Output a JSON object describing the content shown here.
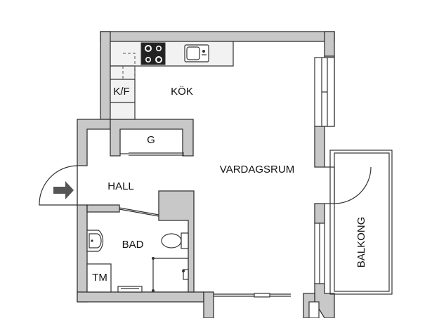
{
  "rooms": {
    "kok": "KÖK",
    "kf": "K/F",
    "g": "G",
    "vardagsrum": "VARDAGSRUM",
    "hall": "HALL",
    "bad": "BAD",
    "tm": "TM",
    "balkong": "BALKONG"
  },
  "icons": [
    "stove-icon",
    "sink-icon",
    "entry-arrow-icon",
    "toilet-icon",
    "washbasin-icon",
    "shower-icon"
  ],
  "colors": {
    "wall": "#c8c8c8",
    "line": "#333333",
    "background": "#ffffff",
    "arrow": "#555555"
  }
}
